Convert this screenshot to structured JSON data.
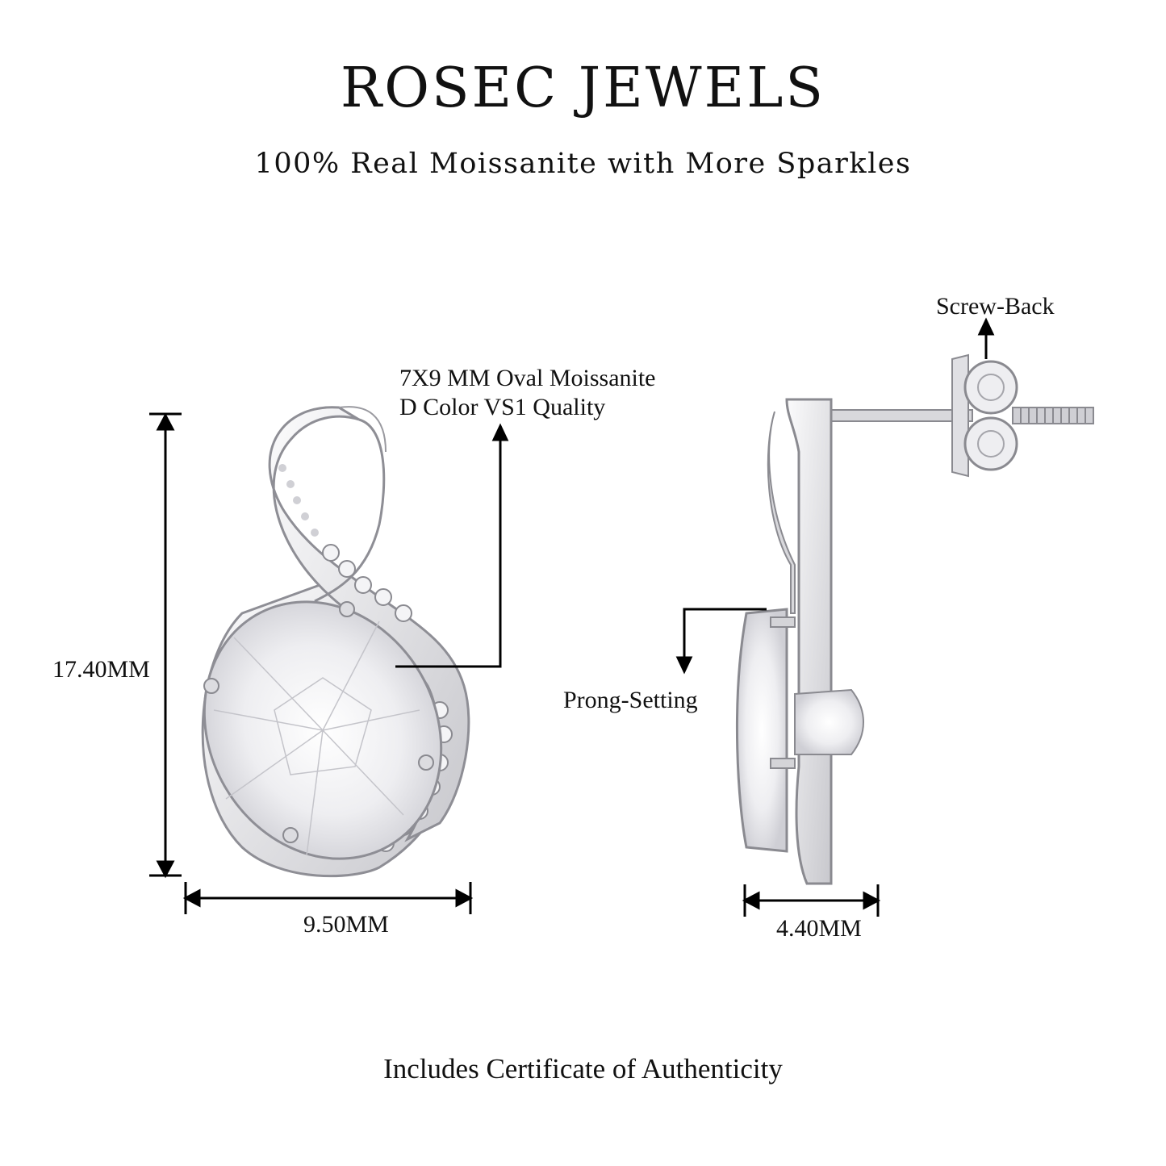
{
  "brand": {
    "title": "ROSEC JEWELS",
    "tagline": "100% Real Moissanite with More Sparkles"
  },
  "stone_spec": {
    "line1": "7X9 MM Oval Moissanite",
    "line2": "D Color VS1 Quality"
  },
  "dimensions": {
    "height": "17.40MM",
    "width": "9.50MM",
    "depth": "4.40MM"
  },
  "callouts": {
    "back": "Screw-Back",
    "setting": "Prong-Setting"
  },
  "footer": "Includes Certificate of Authenticity",
  "colors": {
    "metal": "#e4e4e6",
    "metal_dark": "#9a9aa0",
    "stone": "#f2f2f4",
    "line": "#000000"
  },
  "icons": [
    "front-view-earring-illustration",
    "side-view-earring-illustration"
  ]
}
